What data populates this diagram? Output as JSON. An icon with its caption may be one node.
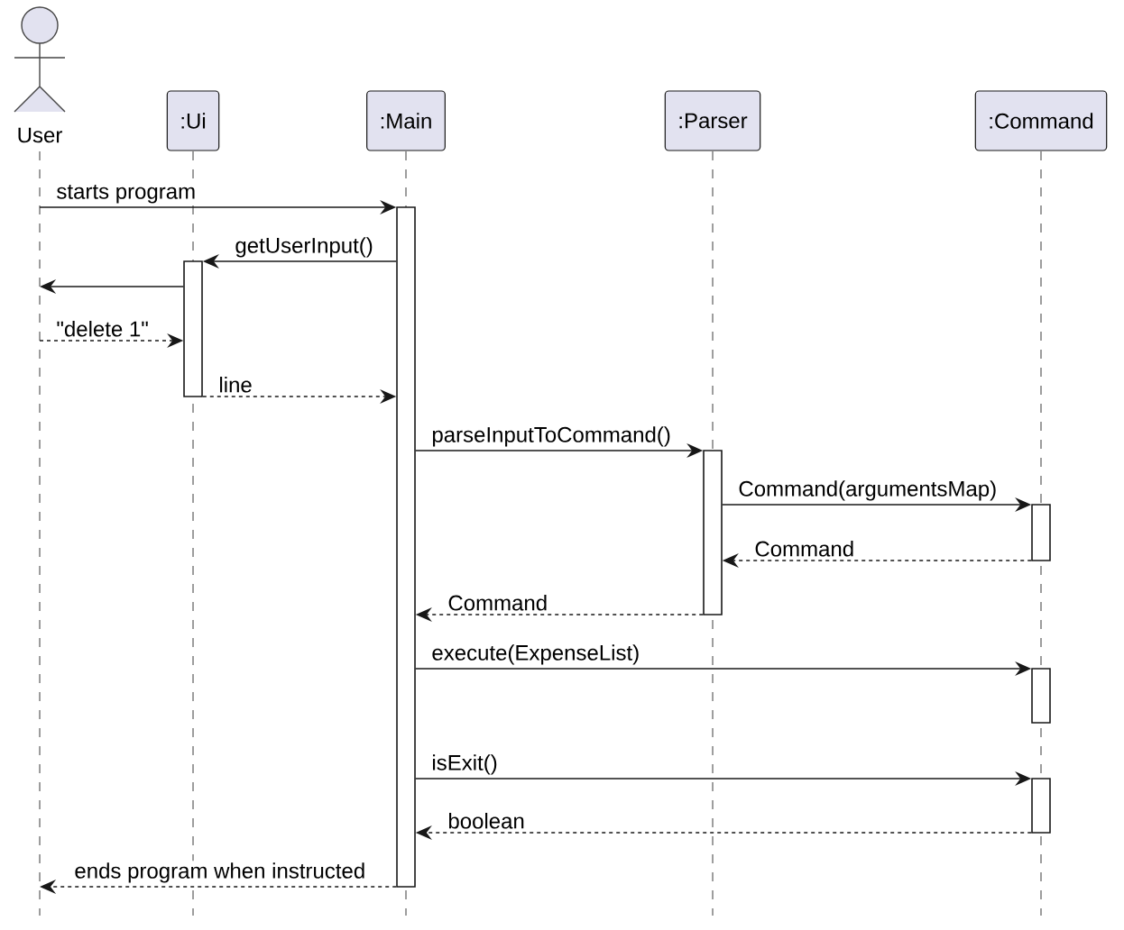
{
  "diagram": {
    "nodes": [
      {
        "text": [
          "User"
        ]
      },
      {
        "text": [
          ":Ui"
        ]
      },
      {
        "text": [
          ":Main"
        ]
      },
      {
        "text": [
          ":Parser"
        ]
      },
      {
        "text": [
          ":Command"
        ]
      },
      {
        "text": [],
        "shape": "bar"
      },
      {
        "text": [],
        "shape": "bar"
      },
      {
        "text": [],
        "shape": "bar"
      },
      {
        "text": [],
        "shape": "bar"
      },
      {
        "text": [],
        "shape": "bar"
      },
      {
        "text": [],
        "shape": "bar"
      }
    ],
    "edges": [
      {
        "from": null,
        "to": 5,
        "arrow": "to",
        "label": "starts program"
      },
      {
        "from": 5,
        "to": 6,
        "arrow": "to",
        "label": "getUserInput()"
      },
      {
        "from": 6,
        "to": null,
        "arrow": "to"
      },
      {
        "from": null,
        "to": 6,
        "arrow": "to",
        "label": "\"delete 1\"",
        "style": "dashed"
      },
      {
        "from": 6,
        "to": 5,
        "arrow": "to",
        "label": "line",
        "style": "dashed"
      },
      {
        "from": 5,
        "to": 7,
        "arrow": "to",
        "label": "parseInputToCommand()"
      },
      {
        "from": 7,
        "to": 8,
        "arrow": "to",
        "label": "Command(argumentsMap)"
      },
      {
        "from": 8,
        "to": 7,
        "arrow": "to",
        "label": "Command",
        "style": "dashed"
      },
      {
        "from": 7,
        "to": 5,
        "arrow": "to",
        "label": "Command",
        "style": "dashed"
      },
      {
        "from": 5,
        "to": 9,
        "arrow": "to",
        "label": "execute(ExpenseList)"
      },
      {
        "from": 5,
        "to": 10,
        "arrow": "to",
        "label": "isExit()"
      },
      {
        "from": 10,
        "to": 5,
        "arrow": "to",
        "label": "boolean",
        "style": "dashed"
      },
      {
        "from": 5,
        "to": null,
        "arrow": "to",
        "label": "ends program when instructed",
        "style": "dashed"
      }
    ]
  }
}
